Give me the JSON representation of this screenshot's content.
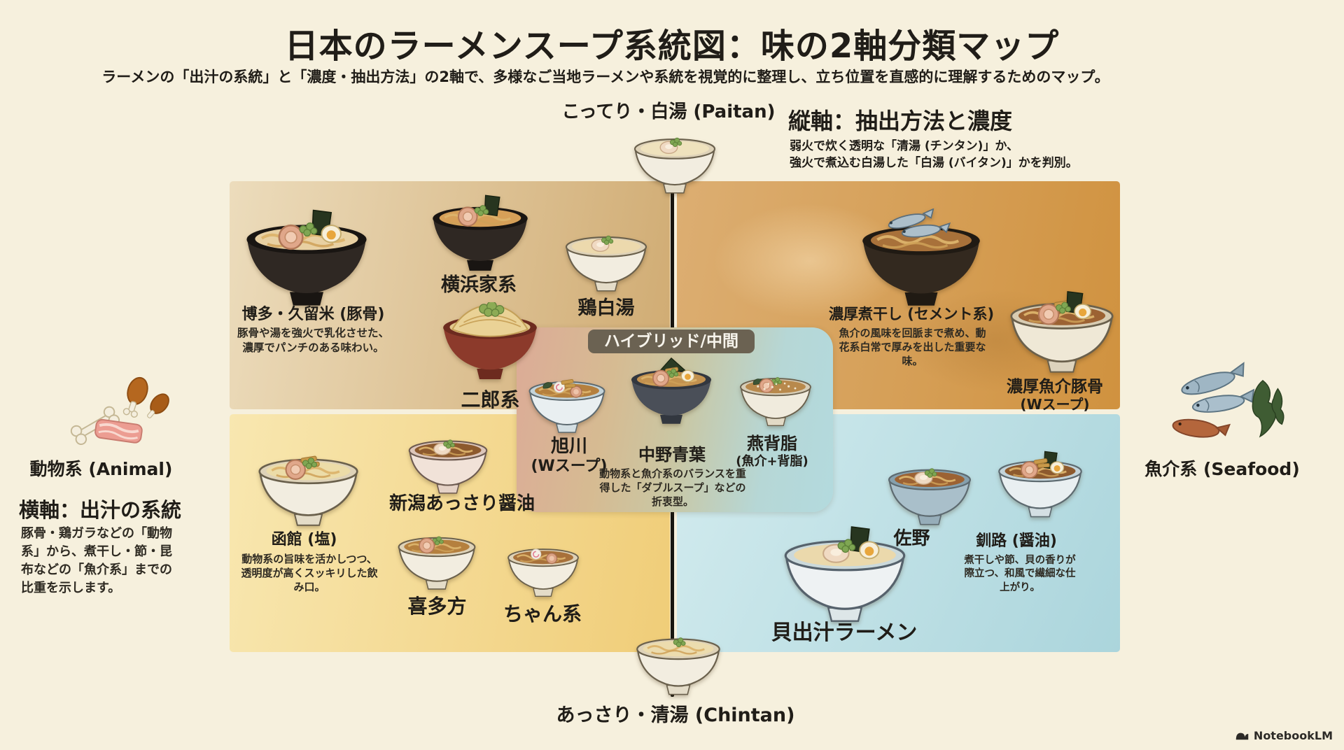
{
  "header": {
    "title": "日本のラーメンスープ系統図：味の2軸分類マップ",
    "subtitle": "ラーメンの「出汁の系統」と「濃度・抽出方法」の2軸で、多様なご当地ラーメンや系統を視覚的に整理し、立ち位置を直感的に理解するためのマップ。"
  },
  "axes": {
    "top": "こってり・白湯 (Paitan)",
    "bottom": "あっさり・清湯 (Chintan)",
    "left": "動物系 (Animal)",
    "right": "魚介系 (Seafood)"
  },
  "legends": {
    "vertical": {
      "title": "縦軸：抽出方法と濃度",
      "line1": "弱火で炊く透明な「清湯 (チンタン)」か、",
      "line2": "強火で煮込む白湯した「白湯 (バイタン)」かを判別。"
    },
    "horizontal": {
      "title": "横軸：出汁の系統",
      "desc": "豚骨・鶏ガラなどの「動物系」から、煮干し・節・昆布などの「魚介系」までの比重を示します。"
    }
  },
  "quadrants": {
    "top_left": {
      "hakata": {
        "name": "博多・久留米 (豚骨)",
        "desc": "豚骨や湯を強火で乳化させた、濃厚でパンチのある味わい。"
      },
      "yokohama": {
        "name": "横浜家系"
      },
      "tori_paitan": {
        "name": "鶏白湯"
      },
      "jiro": {
        "name": "二郎系"
      }
    },
    "top_right": {
      "noko_niboshi": {
        "name": "濃厚煮干し (セメント系)",
        "desc": "魚介の風味を回脈まで煮め、動花系白常で厚みを出した重要な味。"
      },
      "noko_gyokai_tonkotsu": {
        "name": "濃厚魚介豚骨",
        "sub": "(Wスープ)"
      }
    },
    "bottom_left": {
      "hakodate": {
        "name": "函館 (塩)",
        "desc": "動物系の旨味を活かしつつ、透明度が高くスッキリした飲み口。"
      },
      "niigata": {
        "name": "新潟あっさり醤油"
      },
      "kitakata": {
        "name": "喜多方"
      },
      "chan": {
        "name": "ちゃん系"
      }
    },
    "bottom_right": {
      "kai_dashi": {
        "name": "貝出汁ラーメン"
      },
      "sano": {
        "name": "佐野"
      },
      "kushiro": {
        "name": "釧路 (醤油)",
        "desc": "煮干しや節、貝の香りが際立つ、和風で繊細な仕上がり。"
      }
    }
  },
  "hybrid": {
    "badge": "ハイブリッド/中間",
    "asahikawa": {
      "name": "旭川",
      "sub": "(Wスープ)"
    },
    "nakano_aoba": {
      "name": "中野青葉",
      "desc": "動物系と魚介系のバランスを重得した「ダブルスープ」などの折衷型。"
    },
    "tsubame_seabura": {
      "name": "燕背脂",
      "sub": "(魚介+背脂)"
    }
  },
  "branding": {
    "label": "NotebookLM"
  },
  "colors": {
    "background": "#f6f0dd",
    "axis_line": "#17150f",
    "hybrid_badge": "#6b6252",
    "quad_tl_a": "#ecdcbc",
    "quad_tl_b": "#d0ab72",
    "quad_tr_a": "#dcae72",
    "quad_tr_b": "#d0923f",
    "quad_bl_a": "#f8e7b0",
    "quad_bl_b": "#f0cd78",
    "quad_br_a": "#d2ebee",
    "quad_br_b": "#abd5dc"
  }
}
